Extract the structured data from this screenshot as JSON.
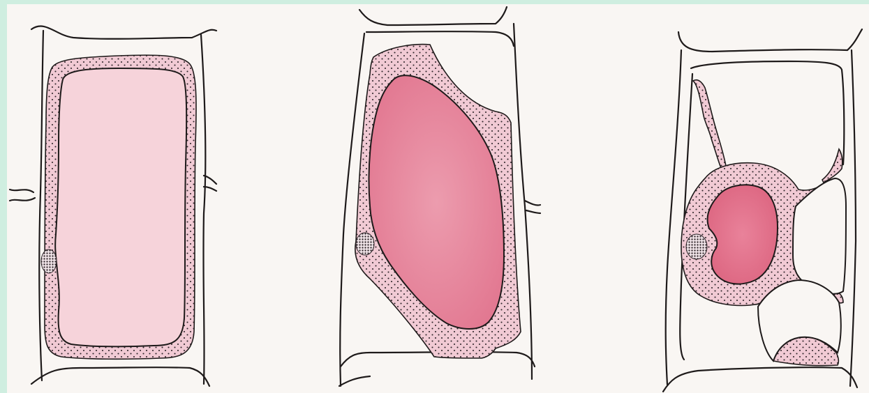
{
  "figure": {
    "colors": {
      "frame": "#cfeee0",
      "paper": "#f9f6f3",
      "ink": "#1e1a1a",
      "cytoplasm": "#f1cad4",
      "vacuole_light": "#f6d3da",
      "vacuole_medium": "#e8869c",
      "vacuole_dark": "#dd6781",
      "nucleus": "#3a3034"
    },
    "panels": [
      {
        "id": "cell-1"
      },
      {
        "id": "cell-2"
      },
      {
        "id": "cell-3"
      }
    ]
  }
}
